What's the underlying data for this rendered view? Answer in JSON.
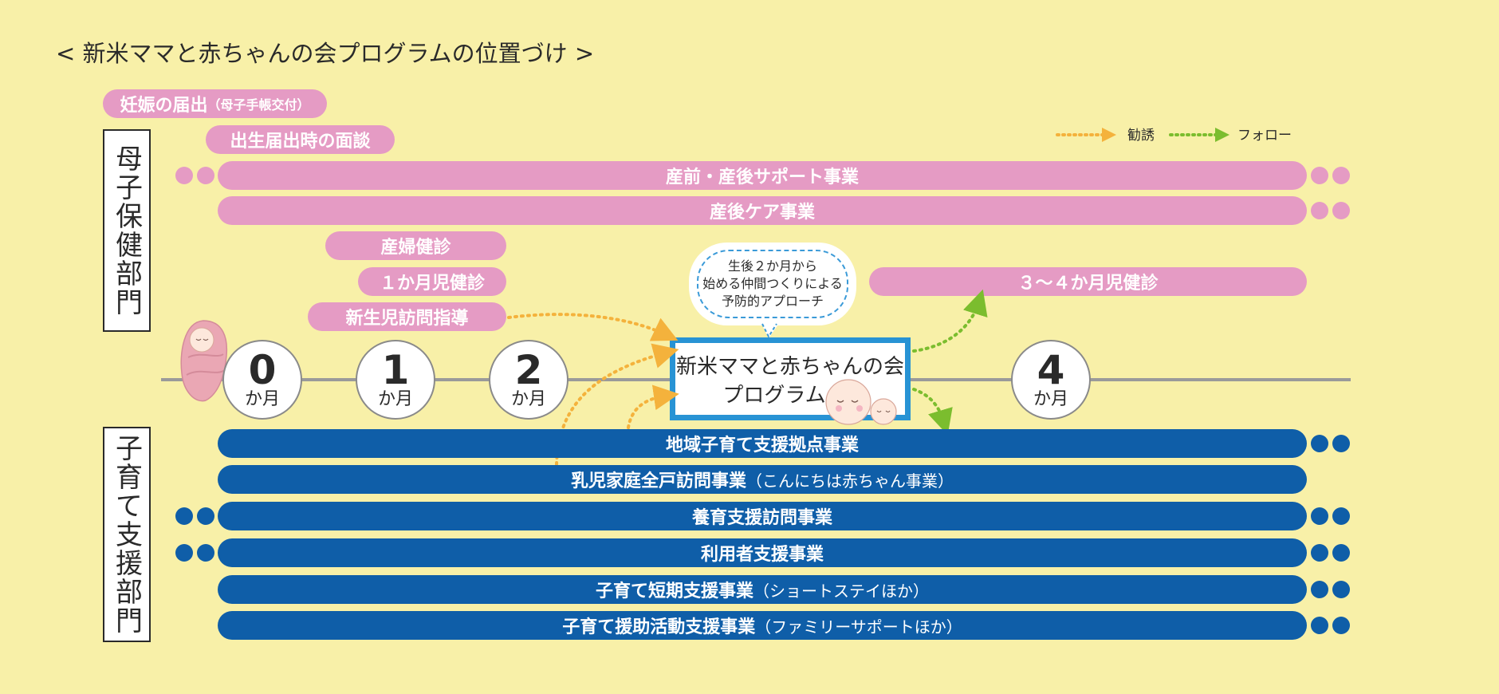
{
  "title": "< 新米ママと赤ちゃんの会プログラムの位置づけ >",
  "legend": {
    "invite": "勧誘",
    "follow": "フォロー",
    "invite_color": "#f4b23c",
    "follow_color": "#7bbd2e"
  },
  "sections": {
    "maternal": "母子保健部門",
    "childcare": "子育て支援部門"
  },
  "maternal_bars": {
    "pregnancy_main": "妊娠の届出",
    "pregnancy_note": "（母子手帳交付）",
    "birth_interview": "出生届出時の面談",
    "pre_post_support": "産前・産後サポート事業",
    "postpartum_care": "産後ケア事業",
    "maternal_checkup": "産婦健診",
    "one_month_checkup": "１か月児健診",
    "newborn_visit": "新生児訪問指導",
    "three_four_month_checkup": "３～４か月児健診"
  },
  "months": [
    {
      "num": "0",
      "unit": "か月"
    },
    {
      "num": "1",
      "unit": "か月"
    },
    {
      "num": "2",
      "unit": "か月"
    },
    {
      "num": "4",
      "unit": "か月"
    }
  ],
  "program": {
    "line1": "新米ママと赤ちゃんの会",
    "line2": "プログラム"
  },
  "bubble": {
    "line1": "生後２か月から",
    "line2": "始める仲間つくりによる",
    "line3": "予防的アプローチ"
  },
  "childcare_bars": [
    {
      "main": "地域子育て支援拠点事業",
      "note": ""
    },
    {
      "main": "乳児家庭全戸訪問事業",
      "note": "（こんにちは赤ちゃん事業）"
    },
    {
      "main": "養育支援訪問事業",
      "note": ""
    },
    {
      "main": "利用者支援事業",
      "note": ""
    },
    {
      "main": "子育て短期支援事業",
      "note": "（ショートステイほか）"
    },
    {
      "main": "子育て援助活動支援事業",
      "note": "（ファミリーサポートほか）"
    }
  ],
  "colors": {
    "background": "#f8f0a8",
    "maternal_pink": "#e59bc4",
    "childcare_blue": "#0f5ea8",
    "program_border": "#2893d4"
  }
}
